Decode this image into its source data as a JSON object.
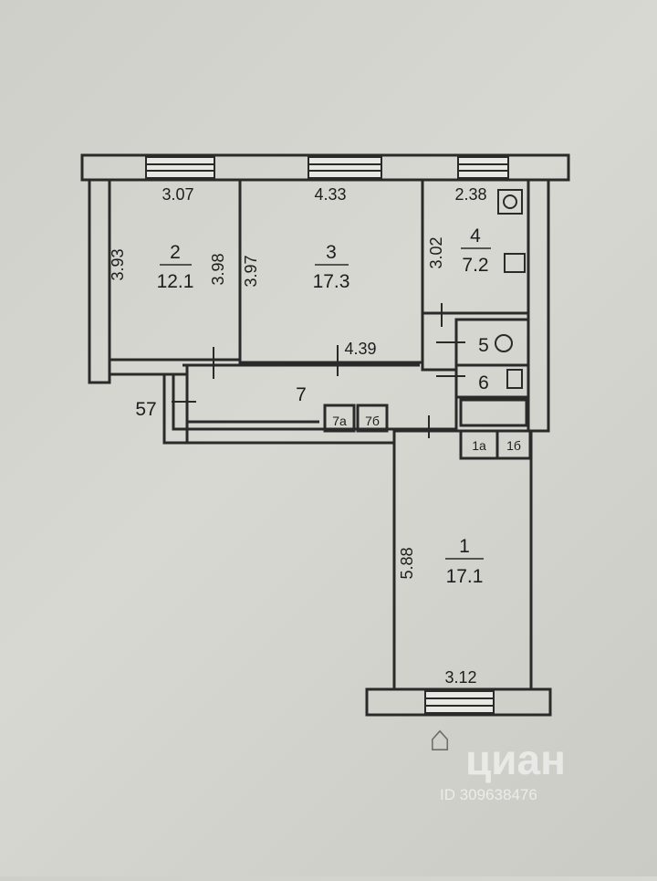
{
  "plan": {
    "rooms": [
      {
        "id": "2",
        "area": "12.1",
        "width": "3.07",
        "depth_left": "3.93",
        "depth_right": "3.98"
      },
      {
        "id": "3",
        "area": "17.3",
        "width": "4.33",
        "depth_left": "3.97",
        "width_bottom": "4.39"
      },
      {
        "id": "4",
        "area": "7.2",
        "width": "2.38",
        "depth_left": "3.02"
      },
      {
        "id": "5"
      },
      {
        "id": "6"
      },
      {
        "id": "7"
      },
      {
        "id": "7а"
      },
      {
        "id": "7б"
      },
      {
        "id": "1а"
      },
      {
        "id": "1б"
      },
      {
        "id": "1",
        "area": "17.1",
        "depth_left": "5.88",
        "width_bottom": "3.12"
      }
    ],
    "entrance_label": "57"
  },
  "watermark": {
    "brand": "циан",
    "id_text": "ID 309638476"
  }
}
